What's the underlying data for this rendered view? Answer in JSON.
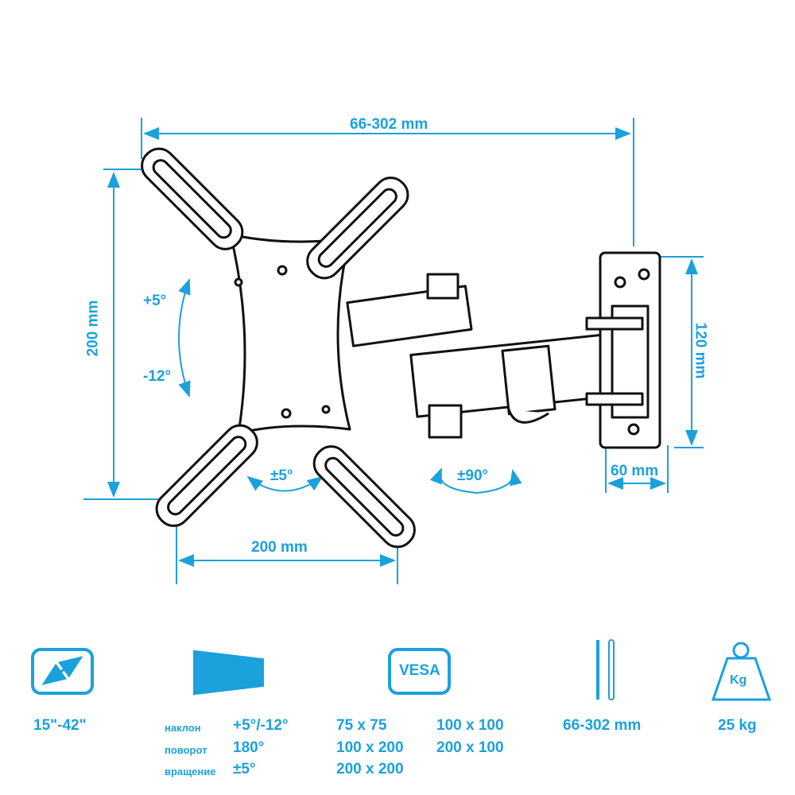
{
  "diagram": {
    "width_label": "66-302 mm",
    "height_label": "200 mm",
    "tilt_up": "+5°",
    "tilt_down": "-12°",
    "rotation_label": "±5°",
    "swivel_label": "±90°",
    "vesa_width_label": "200 mm",
    "wall_plate_height": "120 mm",
    "wall_plate_depth": "60 mm"
  },
  "specs": {
    "screen_size": "15\"-42\"",
    "tilt_name": "наклон",
    "tilt_value": "+5°/-12°",
    "swivel_name": "поворот",
    "swivel_value": "180°",
    "rotation_name": "вращение",
    "rotation_value": "±5°",
    "vesa_icon": "VESA",
    "vesa": [
      "75 x 75",
      "100 x 100",
      "100 x 200",
      "200 x 100",
      "200 x 200"
    ],
    "distance": "66-302 mm",
    "weight_icon": "Kg",
    "weight": "25 kg"
  },
  "colors": {
    "accent": "#1ba1dc",
    "line": "#111111"
  }
}
